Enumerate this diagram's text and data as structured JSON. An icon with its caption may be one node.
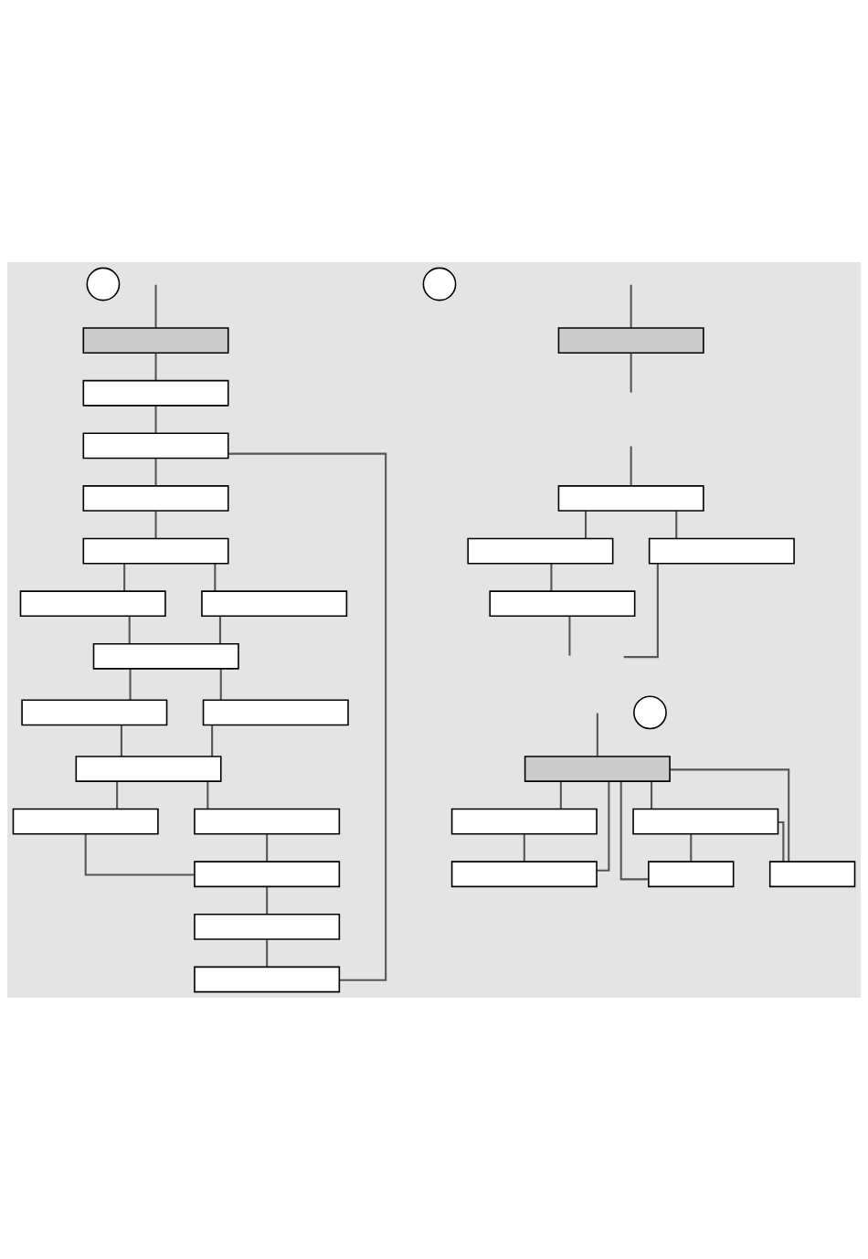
{
  "diagram": {
    "nodes": [
      {
        "text": [],
        "shape": "circle"
      },
      {
        "text": [],
        "shape": "box"
      },
      {
        "text": [],
        "shape": "box"
      },
      {
        "text": [],
        "shape": "box"
      },
      {
        "text": [],
        "shape": "box"
      },
      {
        "text": [],
        "shape": "box"
      },
      {
        "text": [],
        "shape": "box"
      },
      {
        "text": [],
        "shape": "box"
      },
      {
        "text": [],
        "shape": "box"
      },
      {
        "text": [],
        "shape": "box"
      },
      {
        "text": [],
        "shape": "box"
      },
      {
        "text": [],
        "shape": "box"
      },
      {
        "text": [],
        "shape": "box"
      },
      {
        "text": [],
        "shape": "box"
      },
      {
        "text": [],
        "shape": "box"
      },
      {
        "text": [],
        "shape": "box"
      },
      {
        "text": [],
        "shape": "box"
      },
      {
        "text": [],
        "shape": "circle"
      },
      {
        "text": [],
        "shape": "box"
      },
      {
        "text": [],
        "shape": "box"
      },
      {
        "text": [],
        "shape": "box"
      },
      {
        "text": [],
        "shape": "box"
      },
      {
        "text": [],
        "shape": "box"
      },
      {
        "text": [],
        "shape": "circle"
      },
      {
        "text": [],
        "shape": "box"
      },
      {
        "text": [],
        "shape": "box"
      },
      {
        "text": [],
        "shape": "box"
      },
      {
        "text": [],
        "shape": "box"
      },
      {
        "text": [],
        "shape": "box"
      },
      {
        "text": [],
        "shape": "box"
      }
    ],
    "edges": [
      {
        "from": null,
        "to": 1,
        "arrow": "none"
      },
      {
        "from": 1,
        "to": 2,
        "arrow": "none"
      },
      {
        "from": 2,
        "to": 3,
        "arrow": "none"
      },
      {
        "from": 3,
        "to": 4,
        "arrow": "none"
      },
      {
        "from": 4,
        "to": 5,
        "arrow": "none"
      },
      {
        "from": 5,
        "to": 6,
        "arrow": "none"
      },
      {
        "from": 5,
        "to": 7,
        "arrow": "none"
      },
      {
        "from": 6,
        "to": 8,
        "arrow": "none"
      },
      {
        "from": 7,
        "to": 8,
        "arrow": "none"
      },
      {
        "from": 8,
        "to": 9,
        "arrow": "none"
      },
      {
        "from": 8,
        "to": 10,
        "arrow": "none"
      },
      {
        "from": 9,
        "to": 11,
        "arrow": "none"
      },
      {
        "from": 10,
        "to": 11,
        "arrow": "none"
      },
      {
        "from": 11,
        "to": 12,
        "arrow": "none"
      },
      {
        "from": 11,
        "to": 13,
        "arrow": "none"
      },
      {
        "from": 12,
        "to": 14,
        "arrow": "none"
      },
      {
        "from": 13,
        "to": 14,
        "arrow": "none"
      },
      {
        "from": 14,
        "to": 15,
        "arrow": "none"
      },
      {
        "from": 15,
        "to": 16,
        "arrow": "none"
      },
      {
        "from": 16,
        "to": 3,
        "arrow": "none"
      },
      {
        "from": null,
        "to": 18,
        "arrow": "none"
      },
      {
        "from": 18,
        "to": null,
        "arrow": "none"
      },
      {
        "from": null,
        "to": 19,
        "arrow": "none"
      },
      {
        "from": 19,
        "to": 20,
        "arrow": "none"
      },
      {
        "from": 19,
        "to": 21,
        "arrow": "none"
      },
      {
        "from": 20,
        "to": 22,
        "arrow": "none"
      },
      {
        "from": 22,
        "to": null,
        "arrow": "none"
      },
      {
        "from": 21,
        "to": null,
        "arrow": "none"
      },
      {
        "from": null,
        "to": 24,
        "arrow": "none"
      },
      {
        "from": 24,
        "to": 25,
        "arrow": "none"
      },
      {
        "from": 24,
        "to": 26,
        "arrow": "none"
      },
      {
        "from": 25,
        "to": 27,
        "arrow": "none"
      },
      {
        "from": 26,
        "to": 28,
        "arrow": "none"
      },
      {
        "from": 26,
        "to": 29,
        "arrow": "none"
      },
      {
        "from": 27,
        "to": 24,
        "arrow": "none"
      },
      {
        "from": 28,
        "to": 24,
        "arrow": "none"
      },
      {
        "from": 29,
        "to": 24,
        "arrow": "none"
      }
    ]
  }
}
